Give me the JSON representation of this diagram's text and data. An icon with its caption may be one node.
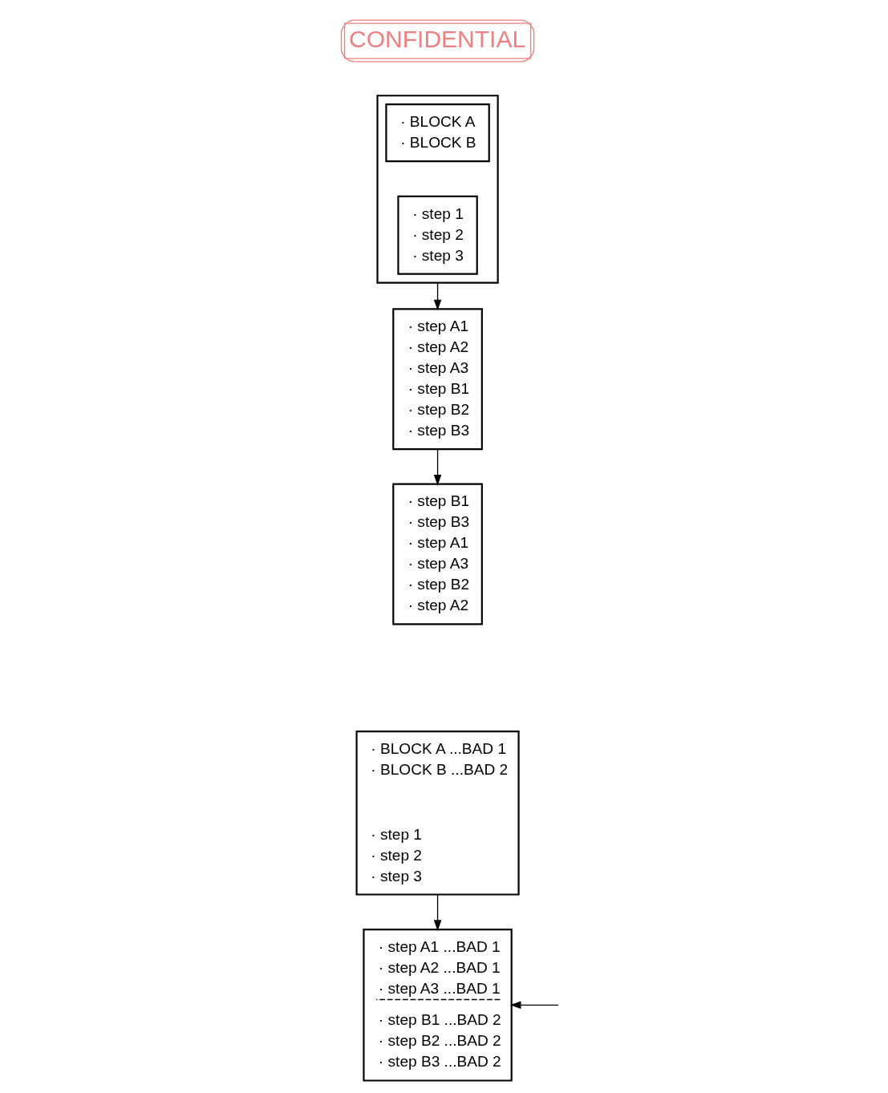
{
  "diagram": {
    "nodes": [
      {
        "text": [],
        "shape": "box"
      },
      {
        "text": [
          "· BLOCK A",
          "· BLOCK B"
        ],
        "in": 0
      },
      {
        "text": [
          "· step 1",
          "· step 2",
          "· step 3"
        ],
        "in": 0
      },
      {
        "text": [
          "· step A1",
          "· step A2",
          "· step A3",
          "· step B1",
          "· step B2",
          "· step B3"
        ]
      },
      {
        "text": [
          "· step B1",
          "· step B3",
          "· step A1",
          "· step A3",
          "· step B2",
          "· step A2"
        ]
      },
      {
        "text": [
          "· BLOCK A ...BAD 1",
          "· BLOCK B ...BAD 2",
          "· step 1",
          "· step 2",
          "· step 3"
        ]
      },
      {
        "text": [
          "· step A1 ...BAD 1",
          "· step A2 ...BAD 1",
          "· step A3 ...BAD 1",
          "· step B1 ...BAD 2",
          "· step B2 ...BAD 2",
          "· step B3 ...BAD 2"
        ]
      }
    ],
    "edges": [
      {
        "from": 0,
        "to": 3,
        "arrow": "to"
      },
      {
        "from": 3,
        "to": 4,
        "arrow": "to"
      },
      {
        "from": 5,
        "to": 6,
        "arrow": "to"
      },
      {
        "from": null,
        "to": 6,
        "arrow": "to"
      }
    ],
    "labels": [
      "CONFIDENTIAL"
    ]
  }
}
